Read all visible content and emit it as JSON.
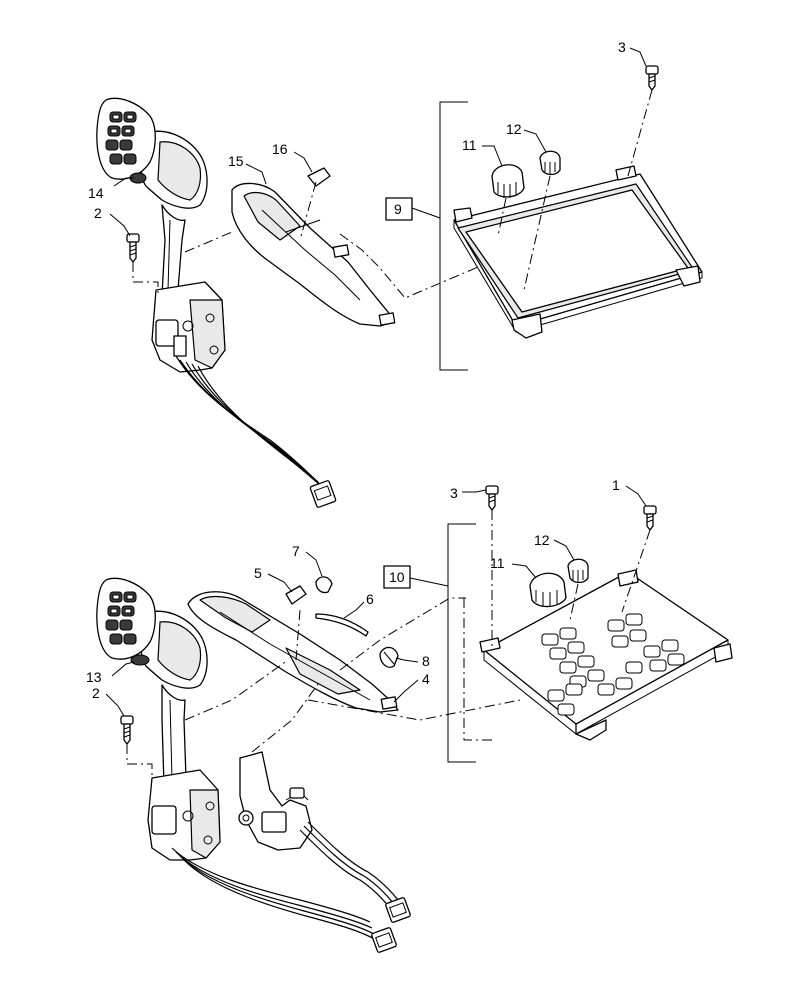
{
  "callouts": {
    "c1": "1",
    "c2a": "2",
    "c2b": "2",
    "c3a": "3",
    "c3b": "3",
    "c4": "4",
    "c5": "5",
    "c6": "6",
    "c7": "7",
    "c8": "8",
    "c9": "9",
    "c10": "10",
    "c11a": "11",
    "c11b": "11",
    "c12a": "12",
    "c12b": "12",
    "c13": "13",
    "c14": "14",
    "c15": "15",
    "c16": "16"
  }
}
